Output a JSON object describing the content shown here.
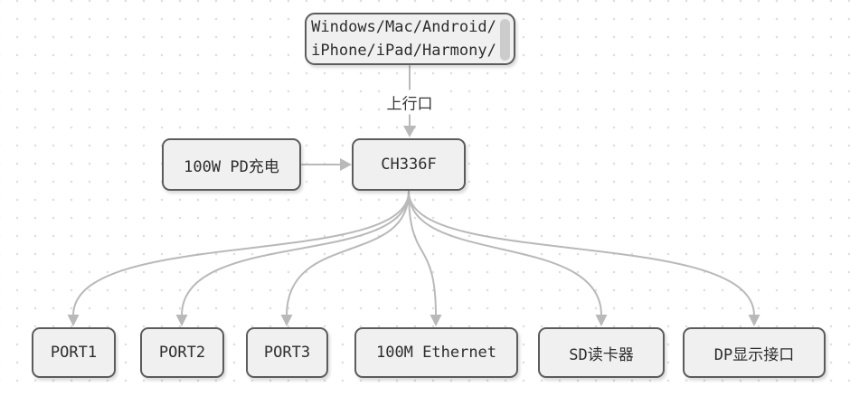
{
  "diagram": {
    "colors": {
      "node-fill": "#f0f0f0",
      "node-border": "#5c5c5c",
      "edge": "#b9b9b9",
      "text": "#2d2d2d",
      "dot": "#dedede",
      "scroll-thumb": "#cccccc",
      "bg": "#ffffff"
    },
    "host": {
      "line1": "Windows/Mac/Android/",
      "line2": "iPhone/iPad/Harmony/"
    },
    "uplink_label": "上行口",
    "pd_label": "100W PD充电",
    "hub_label": "CH336F",
    "outputs": [
      {
        "id": "port1",
        "label": "PORT1"
      },
      {
        "id": "port2",
        "label": "PORT2"
      },
      {
        "id": "port3",
        "label": "PORT3"
      },
      {
        "id": "ethernet",
        "label": "100M Ethernet"
      },
      {
        "id": "sd-reader",
        "label": "SD读卡器"
      },
      {
        "id": "dp-display",
        "label": "DP显示接口"
      }
    ],
    "edges": [
      {
        "from": "host",
        "to": "hub",
        "label": "上行口"
      },
      {
        "from": "pd",
        "to": "hub",
        "label": ""
      },
      {
        "from": "hub",
        "to": "port1",
        "label": ""
      },
      {
        "from": "hub",
        "to": "port2",
        "label": ""
      },
      {
        "from": "hub",
        "to": "port3",
        "label": ""
      },
      {
        "from": "hub",
        "to": "ethernet",
        "label": ""
      },
      {
        "from": "hub",
        "to": "sd-reader",
        "label": ""
      },
      {
        "from": "hub",
        "to": "dp-display",
        "label": ""
      }
    ]
  }
}
